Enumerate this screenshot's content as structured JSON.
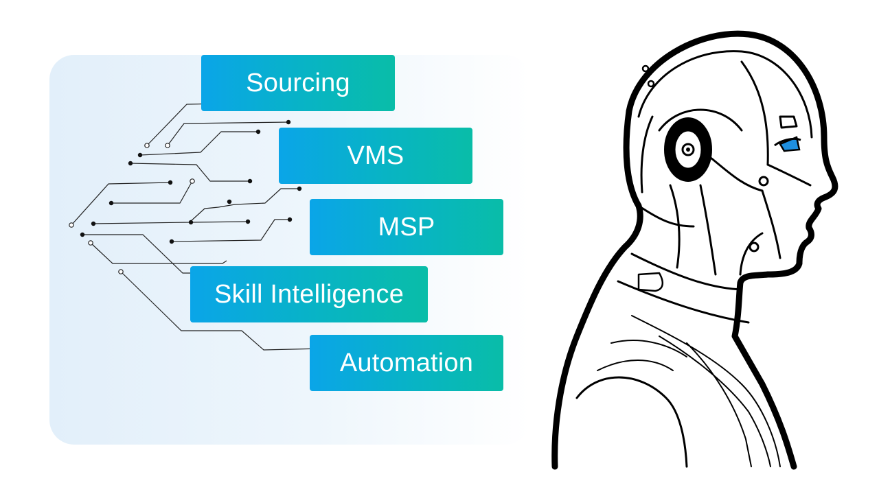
{
  "labels": {
    "sourcing": "Sourcing",
    "vms": "VMS",
    "msp": "MSP",
    "skill_intelligence": "Skill Intelligence",
    "automation": "Automation"
  },
  "colors": {
    "tag_gradient_start": "#0aa5e8",
    "tag_gradient_end": "#09bda8",
    "panel_background": "#e2effa",
    "eye_accent": "#1e8fe0",
    "line": "#222222"
  },
  "icons": {
    "robot": "humanoid-robot-head-profile"
  }
}
